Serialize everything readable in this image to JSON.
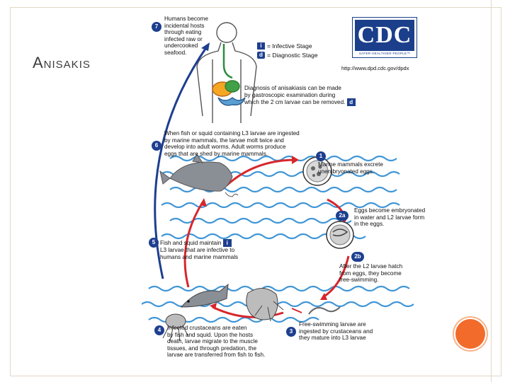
{
  "slide": {
    "title": "Anisakis"
  },
  "logo": {
    "name": "CDC",
    "tagline": "SAFER·HEALTHIER·PEOPLE™"
  },
  "url": "http://www.dpd.cdc.gov/dpdx",
  "legend": [
    {
      "icon": "i",
      "label": "= Infective Stage"
    },
    {
      "icon": "d",
      "label": "= Diagnostic Stage"
    }
  ],
  "diagnosis": {
    "line1": "Diagnosis of anisakiasis can be made",
    "line2": "by gastroscopic examination during",
    "line3": "which the 2 cm larvae can be removed.",
    "icon": "d"
  },
  "steps": [
    {
      "num": "7",
      "lines": [
        "Humans become",
        "incidental hosts",
        "through eating",
        "infected raw or",
        "undercooked",
        "seafood."
      ]
    },
    {
      "num": "6",
      "lines": [
        "When fish or squid containing L3 larvae are ingested",
        "by marine mammals, the larvae molt twice and",
        "develop into adult worms. Adult worms produce",
        "eggs that are shed by marine mammals."
      ]
    },
    {
      "num": "1",
      "lines": [
        "Marine mammals excrete",
        "unembryonated eggs."
      ]
    },
    {
      "num": "2a",
      "lines": [
        "Eggs become embryonated",
        "in water and L2 larvae form",
        "in the eggs."
      ]
    },
    {
      "num": "2b",
      "lines": [
        "After the L2 larvae hatch",
        "from eggs, they become",
        "free-swimming."
      ]
    },
    {
      "num": "5",
      "lines": [
        "Fish and squid maintain",
        "L3 larvae that are infective to",
        "humans and marine mammals"
      ],
      "icon": "i"
    },
    {
      "num": "3",
      "lines": [
        "Free-swimming larvae are",
        "ingested by crustaceans and",
        "they mature into L3 larvae"
      ]
    },
    {
      "num": "4",
      "lines": [
        "Infected crustaceans are eaten",
        "by fish and squid. Upon the hosts",
        "death, larvae migrate to the muscle",
        "tissues, and through predation, the",
        "larvae are transferred from fish to fish."
      ]
    }
  ],
  "colors": {
    "arrow_red": "#d7262c",
    "arrow_blue": "#1e3f8f",
    "wave": "#3f95d6",
    "accent": "#f26b2a"
  }
}
